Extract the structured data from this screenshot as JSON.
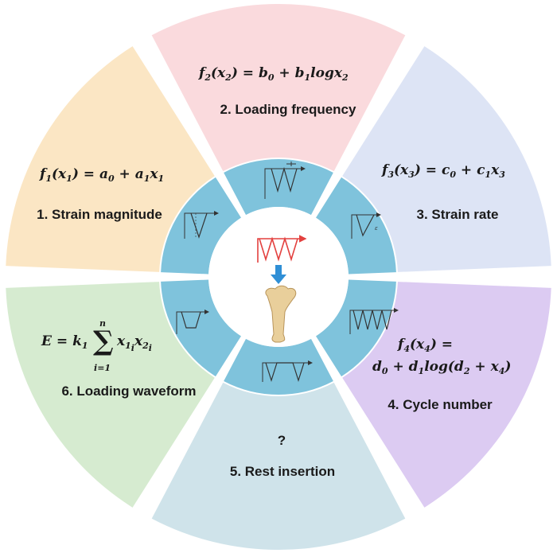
{
  "segments": [
    {
      "id": 1,
      "label": "1. Strain magnitude",
      "color": "#fbe6c4"
    },
    {
      "id": 2,
      "label": "2. Loading frequency",
      "color": "#fadadd"
    },
    {
      "id": 3,
      "label": "3. Strain rate",
      "color": "#dde4f5"
    },
    {
      "id": 4,
      "label": "4. Cycle number",
      "color": "#dccbf2"
    },
    {
      "id": 5,
      "label": "5. Rest insertion",
      "color": "#cfe3ea"
    },
    {
      "id": 6,
      "label": "6. Loading waveform",
      "color": "#d6ebd0"
    }
  ],
  "rest_insertion_mark": "?",
  "ring_color": "#7fc3dc",
  "center_color": "#ffffff",
  "arrow_color": "#2f8fd6",
  "waveform_color": "#e3413f"
}
